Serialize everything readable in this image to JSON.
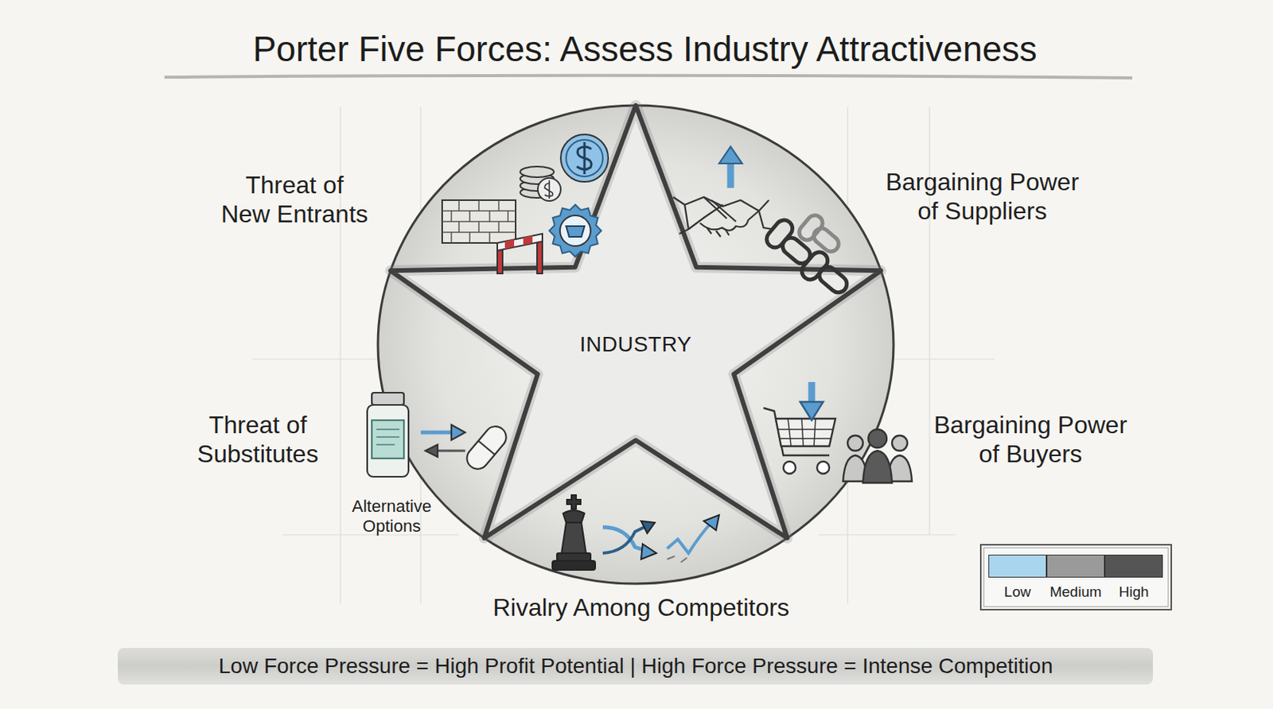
{
  "diagram": {
    "title": "Porter Five Forces: Assess Industry Attractiveness",
    "caption": "Low Force Pressure = High Profit Potential | High Force Pressure = Intense Competition",
    "nodes": [
      {
        "text": [
          "INDUSTRY"
        ]
      }
    ],
    "labels": [
      "Threat of New Entrants",
      "Bargaining Power of Suppliers",
      "Threat of Substitutes",
      "Alternative Options",
      "Bargaining Power of Buyers",
      "Rivalry Among Competitors"
    ],
    "legend": [
      {
        "text": "Low",
        "color": "#a9d5ee"
      },
      {
        "text": "Medium",
        "color": "#9a9a9a"
      },
      {
        "text": "High",
        "color": "#555555"
      }
    ]
  }
}
